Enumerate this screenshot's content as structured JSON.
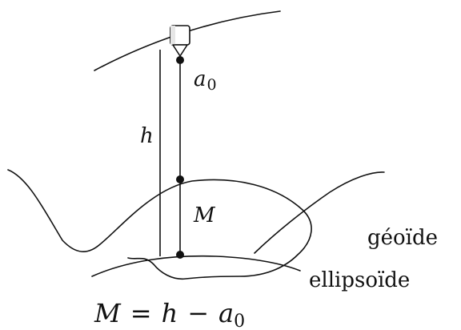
{
  "labels": {
    "a0_base": "a",
    "a0_sub": "0",
    "h": "h",
    "M": "M",
    "geoid": "géoïde",
    "ellipsoid": "ellipsoïde"
  },
  "formula": {
    "lhs": "M",
    "equals": "=",
    "h": "h",
    "minus": "−",
    "a_base": "a",
    "a_sub": "0"
  }
}
